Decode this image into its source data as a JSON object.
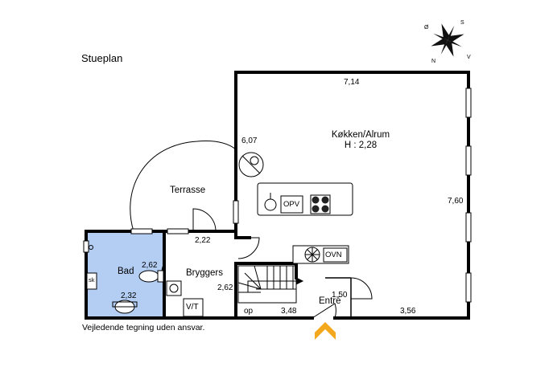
{
  "plan": {
    "title": "Stueplan",
    "disclaimer": "Vejledende tegning uden ansvar.",
    "compass": {
      "n": "N",
      "s": "S",
      "v": "V",
      "o": "Ø"
    },
    "colors": {
      "bath_fill": "#b3cdf3",
      "wall": "#000000",
      "entrance_arrow": "#f4a81d"
    }
  },
  "rooms": {
    "kitchen": {
      "name": "Køkken/Alrum",
      "height": "H : 2,28"
    },
    "terrace": "Terrasse",
    "bath": "Bad",
    "utility": "Bryggers",
    "entry": "Entré"
  },
  "dimensions": {
    "kitchen_width": "7,14",
    "kitchen_depth": "7,60",
    "terrace": "6,07",
    "utility_width": "2,22",
    "utility_depth": "2,62",
    "bath_depth": "2,62",
    "bath_width": "2,32",
    "entry_width": "3,48",
    "entry_depth": "1,50",
    "hall_width": "3,56"
  },
  "fixtures": {
    "range": "OPV",
    "oven": "OVN",
    "cabinet": "sk",
    "washer_dryer": "V/T",
    "stairs_up": "op"
  }
}
